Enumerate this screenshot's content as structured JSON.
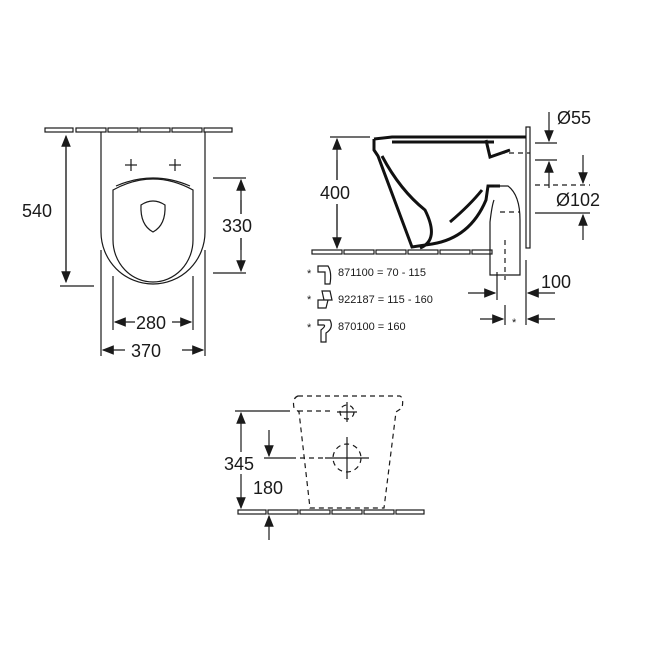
{
  "top_view": {
    "dim_depth": "540",
    "dim_seat_length": "330",
    "dim_seat_width": "280",
    "dim_width": "370"
  },
  "side_view": {
    "dim_height": "400",
    "dim_inlet": "Ø55",
    "dim_outlet": "Ø102",
    "dim_offset": "100",
    "asterisk": "*"
  },
  "connectors": [
    {
      "marker": "*",
      "label": "871100 = 70 - 115"
    },
    {
      "marker": "*",
      "label": "922187 = 115 - 160"
    },
    {
      "marker": "*",
      "label": "870100 = 160"
    }
  ],
  "rear_view": {
    "dim_height_top": "345",
    "dim_height_bottom": "180"
  }
}
